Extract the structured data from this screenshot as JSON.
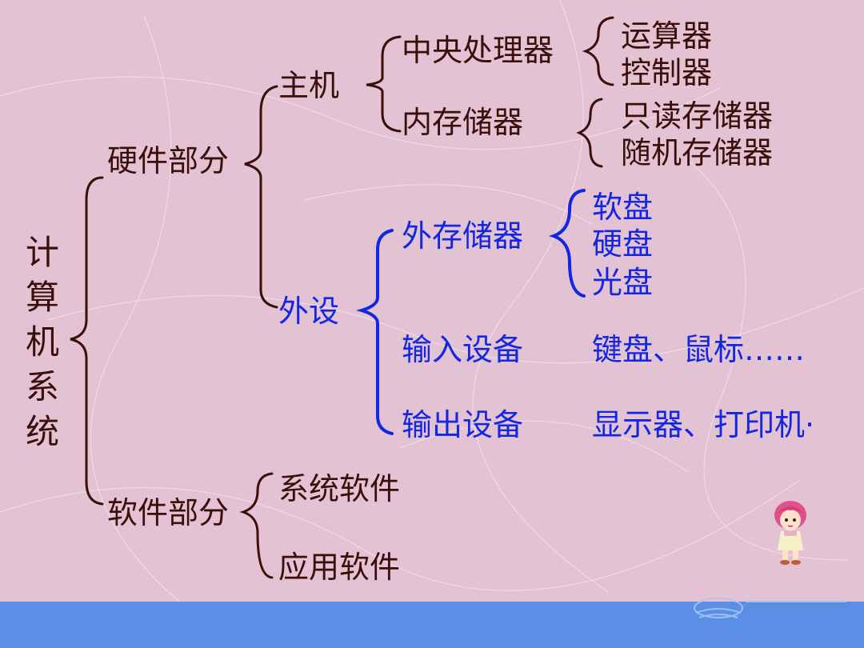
{
  "root": "计算机系统",
  "hardware": {
    "label": "硬件部分",
    "host": {
      "label": "主机",
      "cpu": {
        "label": "中央处理器",
        "items": [
          "运算器",
          "控制器"
        ]
      },
      "memory": {
        "label": "内存储器",
        "items": [
          "只读存储器",
          "随机存储器"
        ]
      }
    },
    "peripherals": {
      "label": "外设",
      "external_storage": {
        "label": "外存储器",
        "items": [
          "软盘",
          "硬盘",
          "光盘"
        ]
      },
      "input": {
        "label": "输入设备",
        "examples": "键盘、鼠标……"
      },
      "output": {
        "label": "输出设备",
        "examples": "显示器、打印机·"
      }
    }
  },
  "software": {
    "label": "软件部分",
    "items": [
      "系统软件",
      "应用软件"
    ]
  },
  "colors": {
    "background": "#e3c2d4",
    "text_dark": "#3a0f0a",
    "text_blue": "#1326e0",
    "footer": "#5b8fe6"
  }
}
